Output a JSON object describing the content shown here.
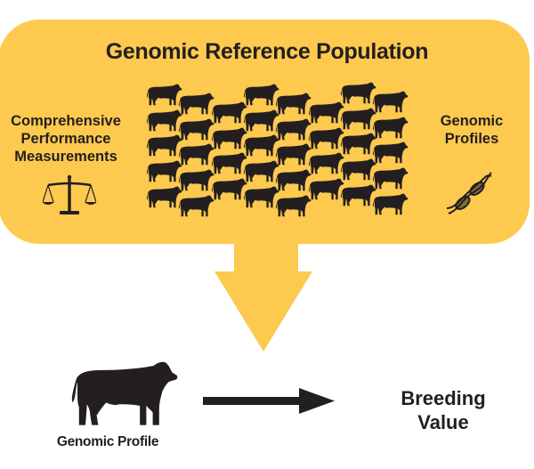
{
  "diagram": {
    "colors": {
      "panel": "#fdc94f",
      "ink": "#231f20",
      "background": "#ffffff"
    },
    "reference_population": {
      "title": "Genomic Reference Population",
      "left_label": {
        "lines": [
          "Comprehensive",
          "Performance",
          "Measurements"
        ],
        "icon": "scales-icon"
      },
      "right_label": {
        "lines": [
          "Genomic",
          "Profiles"
        ],
        "icon": "dna-icon"
      },
      "herd": {
        "columns": 8,
        "cows_per_column": 5,
        "total_cows": 40,
        "icon": "cow-icon"
      }
    },
    "flow": {
      "down_arrow": "down-arrow",
      "input": {
        "label": "Genomic Profile",
        "icon": "cow-icon"
      },
      "arrow": "right-arrow",
      "output": {
        "lines": [
          "Breeding",
          "Value"
        ]
      }
    }
  }
}
